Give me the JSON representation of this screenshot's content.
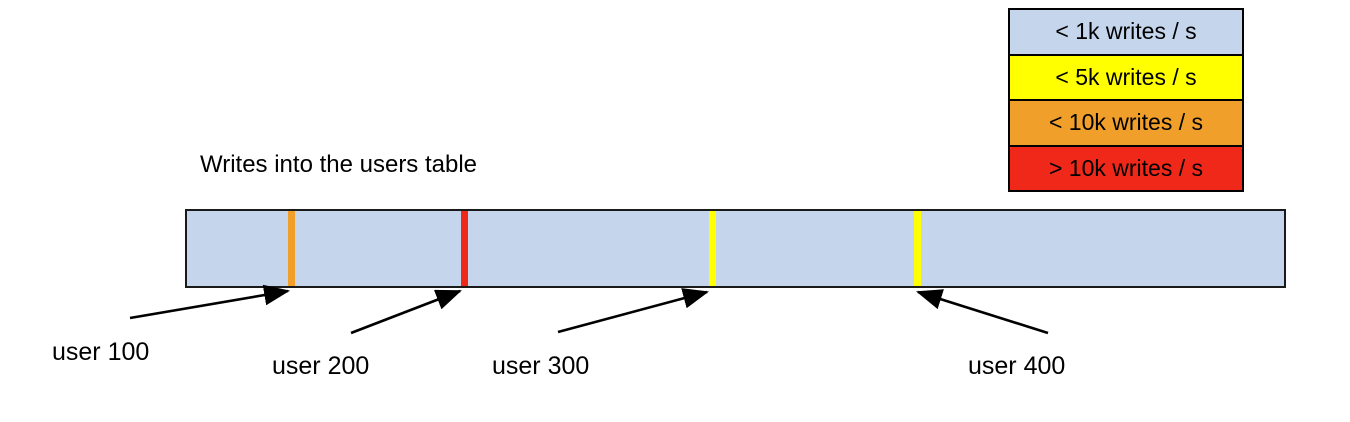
{
  "palette": {
    "light_blue": "#c5d5ec",
    "yellow": "#ffff00",
    "orange": "#f0a02a",
    "red": "#ef2819",
    "outline": "#000000"
  },
  "legend": {
    "name": "writes-rate-legend",
    "items": [
      {
        "label": "< 1k writes / s",
        "color": "#c5d5ec"
      },
      {
        "label": "< 5k writes / s",
        "color": "#ffff00"
      },
      {
        "label": "< 10k writes / s",
        "color": "#f0a02a"
      },
      {
        "label": "> 10k writes / s",
        "color": "#ef2819"
      }
    ]
  },
  "chart_data": {
    "type": "bar",
    "title": "Writes into the users table",
    "orientation": "horizontal",
    "xlabel": "",
    "ylabel": "",
    "base_color": "#c5d5ec",
    "base_legend": "< 1k writes / s",
    "categories": [
      "user 100",
      "user 200",
      "user 300",
      "user 400"
    ],
    "markers": [
      {
        "label": "user 100",
        "color": "#f0a02a",
        "bucket": "< 10k writes / s",
        "position_pct": 9.6
      },
      {
        "label": "user 200",
        "color": "#ef2819",
        "bucket": "> 10k writes / s",
        "position_pct": 25.2
      },
      {
        "label": "user 300",
        "color": "#ffff00",
        "bucket": "< 5k writes / s",
        "position_pct": 47.7
      },
      {
        "label": "user 400",
        "color": "#ffff00",
        "bucket": "< 5k writes / s",
        "position_pct": 66.3
      }
    ],
    "legend_position": "top-right",
    "grid": false
  },
  "callouts": [
    {
      "label": "user 100"
    },
    {
      "label": "user 200"
    },
    {
      "label": "user 300"
    },
    {
      "label": "user 400"
    }
  ]
}
